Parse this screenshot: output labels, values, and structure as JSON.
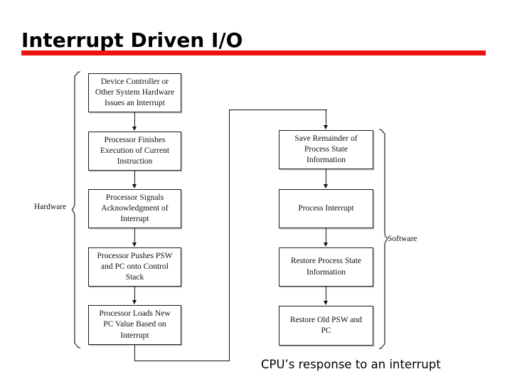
{
  "slide": {
    "title": "Interrupt Driven I/O",
    "rule_color": "#ee1111",
    "caption": "CPU’s response to an interrupt"
  },
  "diagram": {
    "type": "flowchart",
    "group_labels": {
      "hardware": "Hardware",
      "software": "Software"
    },
    "hardware_steps": [
      {
        "id": "device-controller",
        "lines": [
          "Device Controller or",
          "Other System Hardware",
          "Issues an Interrupt"
        ]
      },
      {
        "id": "processor-finishes",
        "lines": [
          "Processor Finishes",
          "Execution of Current",
          "Instruction"
        ]
      },
      {
        "id": "processor-signals-ack",
        "lines": [
          "Processor Signals",
          "Acknowledgment of",
          "Interrupt"
        ]
      },
      {
        "id": "processor-pushes-psw",
        "lines": [
          "Processor Pushes PSW",
          "and PC onto Control",
          "Stack"
        ]
      },
      {
        "id": "processor-loads-pc",
        "lines": [
          "Processor Loads New",
          "PC Value Based on",
          "Interrupt"
        ]
      }
    ],
    "software_steps": [
      {
        "id": "save-remainder",
        "lines": [
          "Save Remainder of",
          "Process State",
          "Information"
        ]
      },
      {
        "id": "process-interrupt",
        "lines": [
          "Process Interrupt"
        ]
      },
      {
        "id": "restore-process-state",
        "lines": [
          "Restore Process State",
          "Information"
        ]
      },
      {
        "id": "restore-old-psw",
        "lines": [
          "Restore Old PSW and",
          "PC"
        ]
      }
    ]
  }
}
